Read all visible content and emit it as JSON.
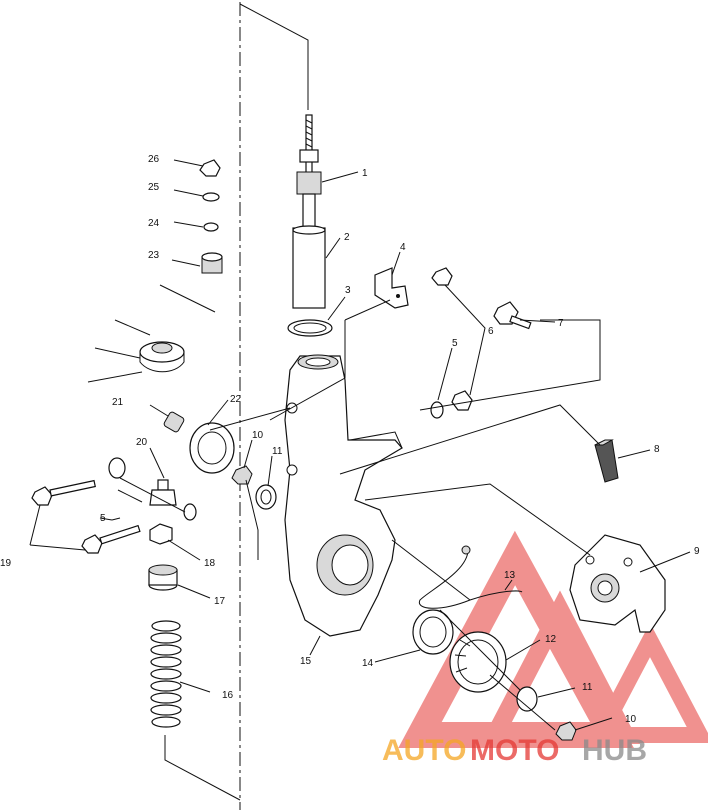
{
  "callouts": [
    {
      "id": "c1",
      "text": "1"
    },
    {
      "id": "c2",
      "text": "2"
    },
    {
      "id": "c3",
      "text": "3"
    },
    {
      "id": "c4",
      "text": "4"
    },
    {
      "id": "c5a",
      "text": "5"
    },
    {
      "id": "c6",
      "text": "6"
    },
    {
      "id": "c7",
      "text": "7"
    },
    {
      "id": "c8",
      "text": "8"
    },
    {
      "id": "c9",
      "text": "9"
    },
    {
      "id": "c10a",
      "text": "10"
    },
    {
      "id": "c11a",
      "text": "11"
    },
    {
      "id": "c12",
      "text": "12"
    },
    {
      "id": "c13",
      "text": "13"
    },
    {
      "id": "c14",
      "text": "14"
    },
    {
      "id": "c15",
      "text": "15"
    },
    {
      "id": "c16",
      "text": "16"
    },
    {
      "id": "c17",
      "text": "17"
    },
    {
      "id": "c18",
      "text": "18"
    },
    {
      "id": "c19",
      "text": "19"
    },
    {
      "id": "c20",
      "text": "20"
    },
    {
      "id": "c21",
      "text": "21"
    },
    {
      "id": "c22",
      "text": "22"
    },
    {
      "id": "c23",
      "text": "23"
    },
    {
      "id": "c24",
      "text": "24"
    },
    {
      "id": "c25",
      "text": "25"
    },
    {
      "id": "c26",
      "text": "26"
    },
    {
      "id": "c5b",
      "text": "5"
    },
    {
      "id": "c11b",
      "text": "11"
    },
    {
      "id": "c10b",
      "text": "10"
    }
  ],
  "watermark": {
    "part1": "AUTO",
    "part2": "MOTO",
    "part3": "HUB",
    "color_orange": "#f5a623",
    "color_red": "#e53935",
    "color_gray": "#8a8a8a"
  }
}
